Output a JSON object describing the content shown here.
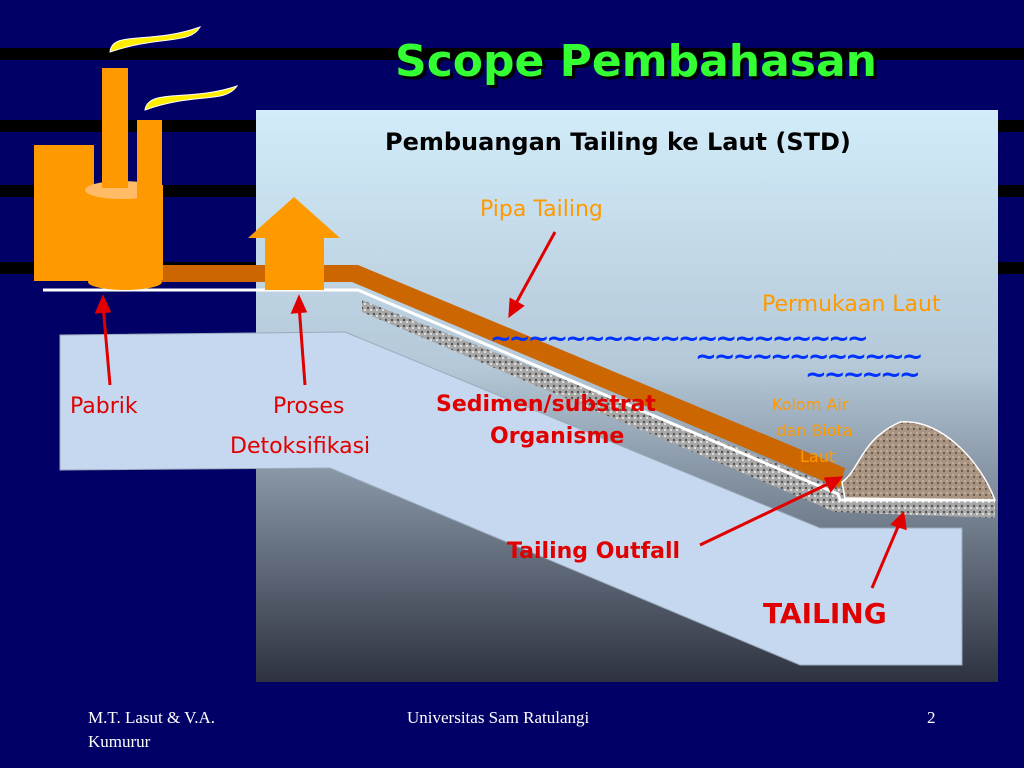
{
  "slide": {
    "title": "Scope Pembahasan",
    "subtitle": "Pembuangan Tailing ke Laut (STD)",
    "labels": {
      "pipa": "Pipa Tailing",
      "permukaan": "Permukaan Laut",
      "pabrik": "Pabrik",
      "proses_1": "Proses",
      "proses_2": "Detoksifikasi",
      "sedimen_1": "Sedimen/substrat",
      "sedimen_2": "Organisme",
      "kolom_1": "Kolom Air",
      "kolom_2": "dan Biota",
      "kolom_3": "Laut",
      "outfall": "Tailing Outfall",
      "tailing": "TAILING"
    },
    "waves": [
      "~~~~~~~~~~~~~~~~~~~~",
      "~~~~~~~~~~~~",
      "~~~~~~"
    ],
    "colors": {
      "background": "#000066",
      "title": "#33ff33",
      "orange": "#ff9900",
      "pipe": "#cc6600",
      "arrow": "#e00000",
      "wave": "#0033ff"
    }
  },
  "footer": {
    "authors_1": "M.T. Lasut & V.A.",
    "authors_2": "Kumurur",
    "institution": "Universitas Sam Ratulangi",
    "page": "2"
  }
}
